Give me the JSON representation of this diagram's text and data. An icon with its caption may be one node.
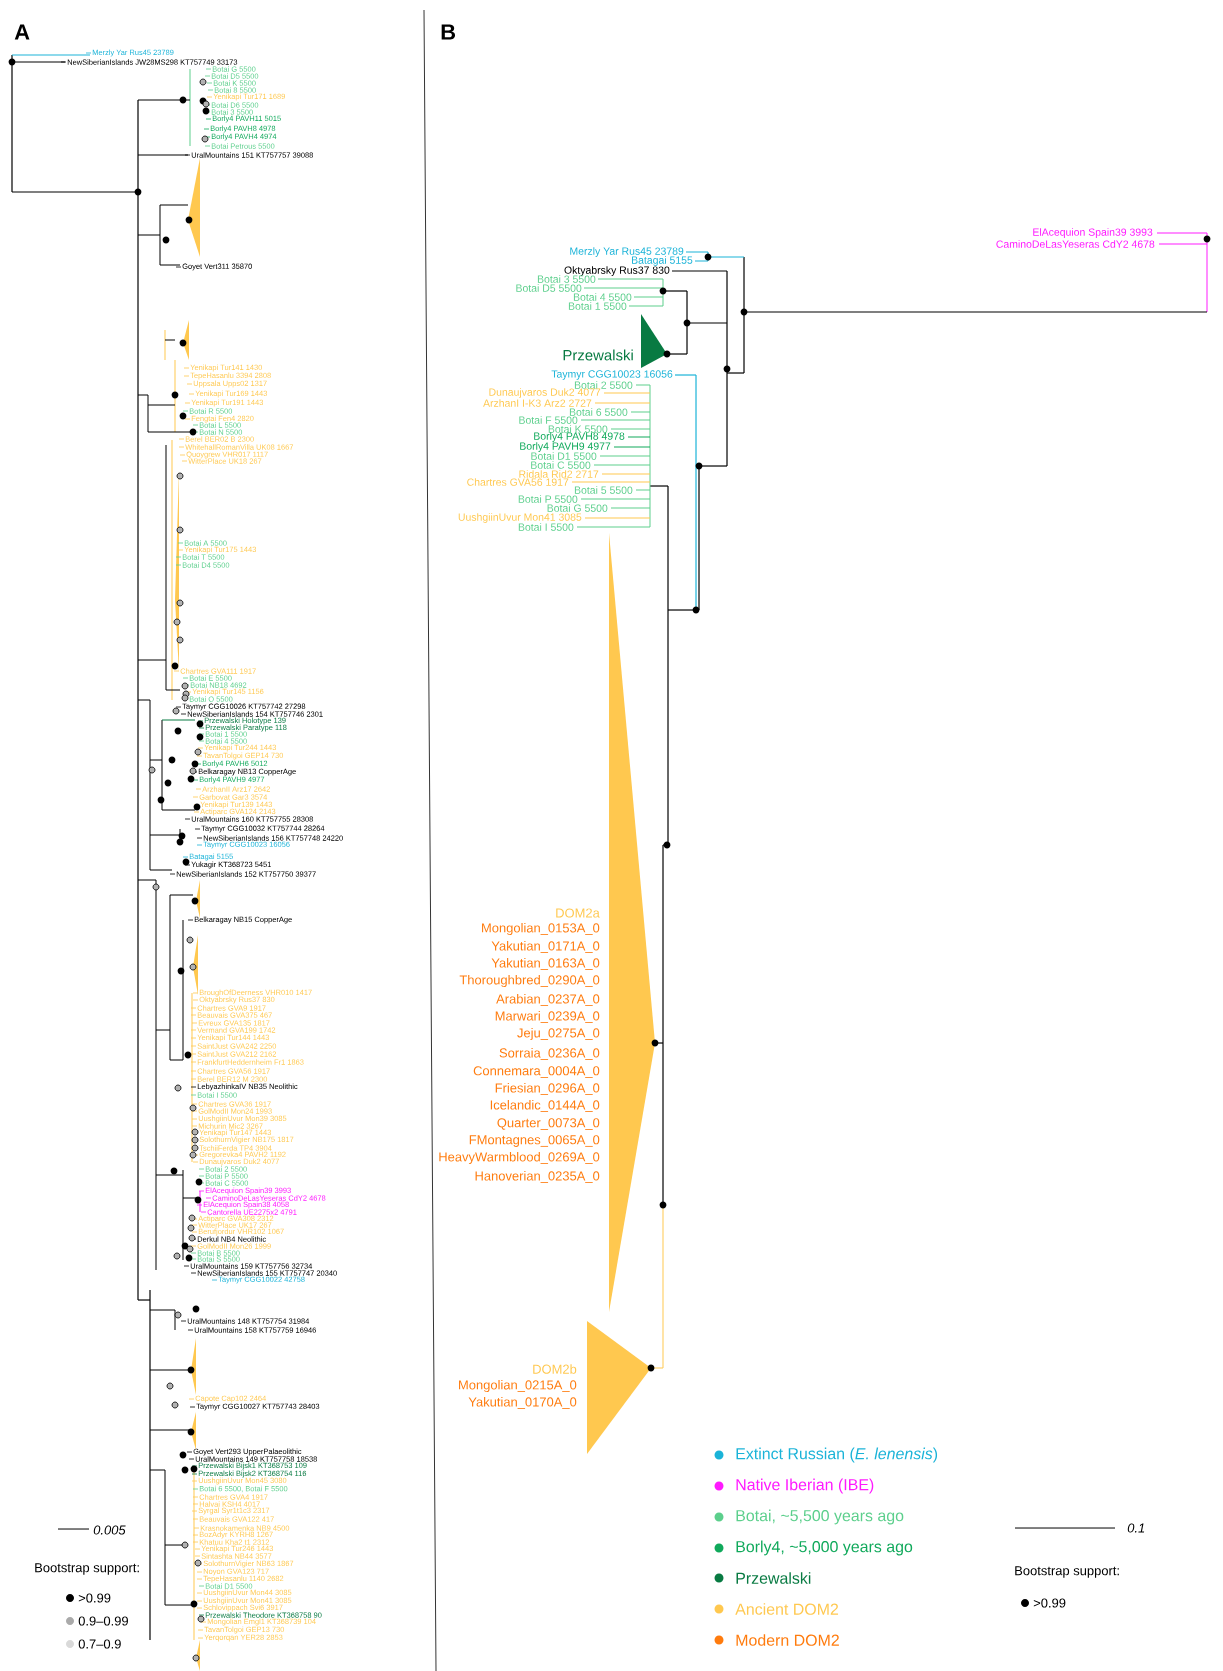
{
  "diagram": {
    "labels": [
      "A",
      "Merzly Yar Rus45 23789",
      "NewSiberianIslands JW28MS298 KT757749 33173",
      "Botai G 5500",
      "Botai D5 5500",
      "Botai K 5500",
      "Botai 8 5500",
      "Yenikapi Tur171 1689",
      "Botai D6 5500",
      "Botai 3 5500",
      "Borly4 PAVH11 5015",
      "Borly4 PAVH8 4978",
      "Borly4 PAVH4 4974",
      "Botai Petrous 5500",
      "UralMountains 151 KT757757 39088",
      "Goyet Vert311 35870",
      "Yenikapi Tur141 1430",
      "TepeHasanlu 3394 2808",
      "Uppsala Upps02 1317",
      "Yenikapi Tur169 1443",
      "Yenikapi Tur191 1443",
      "Botai R 5500",
      "Fengtai Fen4 2820",
      "Botai L 5500",
      "Botai N 5500",
      "Berel BER02 B 2300",
      "WhitehallRomanVilla UK08 1667",
      "Quoygrew VHR017 1117",
      "WitterPlace UK18 267",
      "Botai A 5500",
      "Yenikapi Tur175 1443",
      "Botai T 5500",
      "Botai D4 5500",
      "Chartres GVA111 1917",
      "Botai E 5500",
      "Botai NB18 4692",
      "Yenikapi Tur145 1156",
      "Botai O 5500",
      "Taymyr CGG10026 KT757742 27298",
      "NewSiberianIslands 154 KT757746 2301",
      "Przewalski Holotype 139",
      "Przewalski Paratype 118",
      "Botai 1 5500",
      "Botai 4 5500",
      "Yenikapi Tur244 1443",
      "TavanTolgoi GEP14 730",
      "Borly4 PAVH6 5012",
      "Belkaragay NB13 CopperAge",
      "Borly4 PAVH9 4977",
      "ArzhanII Arz17 2642",
      "Garbovat Gar3 3574",
      "Yenikapi Tur139 1443",
      "Actiparc GVA124 2143",
      "UralMountains 160 KT757755 28308",
      "Taymyr CGG10032 KT757744 28264",
      "NewSiberianIslands 156 KT757748 24220",
      "Taymyr CGG10023 16056",
      "Batagai 5155",
      "Yukagir KT368723 5451",
      "NewSiberianIslands 152 KT757750 39377",
      "Belkaragay NB15 CopperAge",
      "BroughOfDeerness VHR010 1417",
      "Oktyabrsky Rus37 830",
      "Chartres GVA9 1917",
      "Beauvais GVA375 467",
      "Evreux GVA135 1817",
      "Vermand GVA199 1742",
      "Yenikapi Tur144 1443",
      "SaintJust GVA242 2250",
      "SaintJust GVA212 2162",
      "FrankfurtHeddernheim Fr1 1863",
      "Chartres GVA56 1917",
      "Berel BER12 M 2300",
      "LebyazhinkaIV NB35 Neolithic",
      "Botai I 5500",
      "Chartres GVA36 1917",
      "GolModII Mon24 1993",
      "UushgiinUvur Mon39 3085",
      "Michurin Mic2 3267",
      "Yenikapi Tur147 1443",
      "SolothurnVigier NB175 1817",
      "TschiiFerda TP4 3904",
      "Gregorevka4 PAVH2 1192",
      "Dunaujvaros Duk2 4077",
      "Botai 2 5500",
      "Botai P 5500",
      "Botai C 5500",
      "ElAcequion Spain39 3993",
      "CaminoDeLasYeseras CdY2 4678",
      "ElAcequion Spain38 4058",
      "Cantorella UE2275x2 4791",
      "Actiparc GVA308 2312",
      "WitterPlace UK17 267",
      "Berufjordur VHR102 1067",
      "Derkul NB4 Neolithic",
      "GolModII Mon26 1999",
      "Botai B 5500",
      "Botai S 5500",
      "UralMountains 159 KT757756 32734",
      "NewSiberianIslands 155 KT757747 20340",
      "Taymyr CGG10022 42758",
      "UralMountains 148 KT757754 31984",
      "UralMountains 158 KT757759 16946",
      "Capote Cap102 2464",
      "Taymyr CGG10027 KT757743 28403",
      "Goyet Vert293 UpperPalaeolithic",
      "UralMountains 149 KT757758 18538",
      "Przewalski Bijsk1 KT368753 109",
      "Przewalski Bijsk2 KT368754 116",
      "UushgiinUvur Mon45 3080",
      "Botai 6 5500, Botai F 5500",
      "Chartres GVA4 1917",
      "Halvai KSH4 4017",
      "Syrgal Syr1t1c3 2317",
      "Beauvais GVA122 417",
      "Krasnokamenka NB9 4500",
      "BozAdyr KYRH8 1267",
      "Khatuu Kha2 t1 2312",
      "Yenikapi Tur246 1443",
      "Sintashta NB44 3577",
      "SolothurnVigier NB63 1867",
      "Noyon GVA123 717",
      "TepeHasanlu 1140 2682",
      "Botai D1 5500",
      "UushgiinUvur Mon44 3085",
      "UushgiinUvur Mon41 3085",
      "Schlovippach Svi6 3917",
      "Przewalski Theodore KT368758 90",
      "Mongolian Emgl1 KT368739 104",
      "TavanTolgoi GEP13 730",
      "Yerqorqan YER28 2853",
      "0.005",
      "Bootstrap support:",
      "B",
      "Merzly Yar Rus45 23789",
      "Batagai 5155",
      "Oktyabrsky Rus37 830",
      "Botai 3 5500",
      "Botai D5 5500",
      "Botai 4 5500",
      "Botai 1 5500",
      "Przewalski",
      "Taymyr CGG10023 16056",
      "Botai 2 5500",
      "Dunaujvaros Duk2 4077",
      "ArzhanI I-K3 Arz2 2727",
      "Botai 6 5500",
      "Botai F 5500",
      "Botai K 5500",
      "Borly4 PAVH8 4978",
      "Borly4 PAVH9 4977",
      "Botai D1 5500",
      "Botai C 5500",
      "Ridala Rid2 2717",
      "Chartres GVA56 1917",
      "Botai 5 5500",
      "Botai P 5500",
      "Botai G 5500",
      "UushgiinUvur Mon41 3085",
      "Botai I 5500",
      "ElAcequion Spain39 3993",
      "CaminoDeLasYeseras CdY2 4678",
      "DOM2a",
      "Mongolian_0153A_0",
      "Yakutian_0171A_0",
      "Yakutian_0163A_0",
      "Thoroughbred_0290A_0",
      "Arabian_0237A_0",
      "Marwari_0239A_0",
      "Jeju_0275A_0",
      "Sorraia_0236A_0",
      "Connemara_0004A_0",
      "Friesian_0296A_0",
      "Icelandic_0144A_0",
      "Quarter_0073A_0",
      "FMontagnes_0065A_0",
      "HeavyWarmblood_0269A_0",
      "Hanoverian_0235A_0",
      "DOM2b",
      "Mongolian_0215A_0",
      "Yakutian_0170A_0",
      "0.1",
      "Bootstrap support:"
    ],
    "legend": [
      {
        "text": ">0.99",
        "color": "#000000"
      },
      {
        "text": "0.9–0.99",
        "color": "#aaaaaa"
      },
      {
        "text": "0.7–0.9",
        "color": "#d9d9d9"
      },
      {
        "text": "Extinct Russian (*E. lenensis*)",
        "color": "#1ab3d8"
      },
      {
        "text": "Native Iberian (IBE)",
        "color": "#ff1aff"
      },
      {
        "text": "Botai, ~5,500 years ago",
        "color": "#5ccf8c"
      },
      {
        "text": "Borly4, ~5,000 years ago",
        "color": "#10a95b"
      },
      {
        "text": "Przewalski",
        "color": "#087a42"
      },
      {
        "text": "Ancient DOM2",
        "color": "#ffc84f"
      },
      {
        "text": "Modern DOM2",
        "color": "#ff7b0d"
      },
      {
        "text": ">0.99",
        "color": "#000000"
      }
    ]
  }
}
